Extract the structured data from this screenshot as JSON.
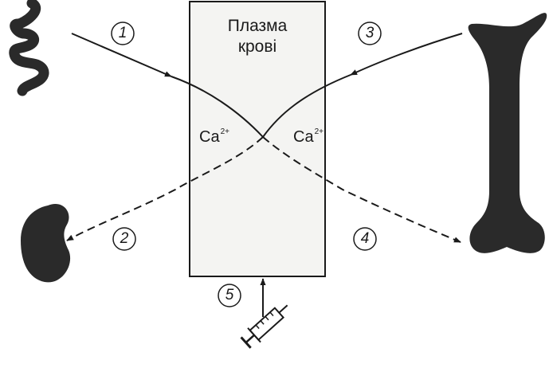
{
  "plasma": {
    "title_line1": "Плазма",
    "title_line2": "крові"
  },
  "ions": {
    "left": {
      "symbol": "Ca",
      "charge": "2+"
    },
    "right": {
      "symbol": "Ca",
      "charge": "2+"
    }
  },
  "steps": {
    "intestine_in": "1",
    "kidney_out": "2",
    "bone_in": "3",
    "bone_out": "4",
    "injection_in": "5"
  },
  "icons": [
    "intestine-icon",
    "kidney-icon",
    "bone-icon",
    "syringe-icon"
  ],
  "colors": {
    "ink": "#1a1a1a",
    "organ": "#2a2a2a",
    "panel_bg": "#f4f4f2"
  }
}
